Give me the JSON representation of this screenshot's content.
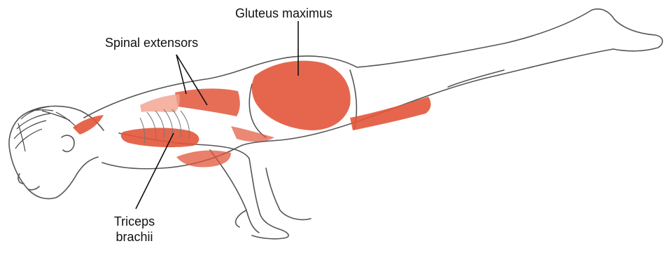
{
  "labels": {
    "gluteus_maximus": "Gluteus maximus",
    "spinal_extensors": "Spinal extensors",
    "triceps_line1": "Triceps",
    "triceps_line2": "brachii"
  },
  "colors": {
    "muscle": "#e2553a",
    "muscle_light": "#f3a08c",
    "outline": "#555555",
    "hair": "#444444",
    "leader_line": "#111111"
  },
  "illustration": {
    "subject": "anatomical-drawing-person-in-chaturanga-pose",
    "highlighted_muscles": [
      "gluteus-maximus",
      "spinal-extensors",
      "triceps-brachii",
      "hamstrings",
      "trapezius"
    ]
  }
}
